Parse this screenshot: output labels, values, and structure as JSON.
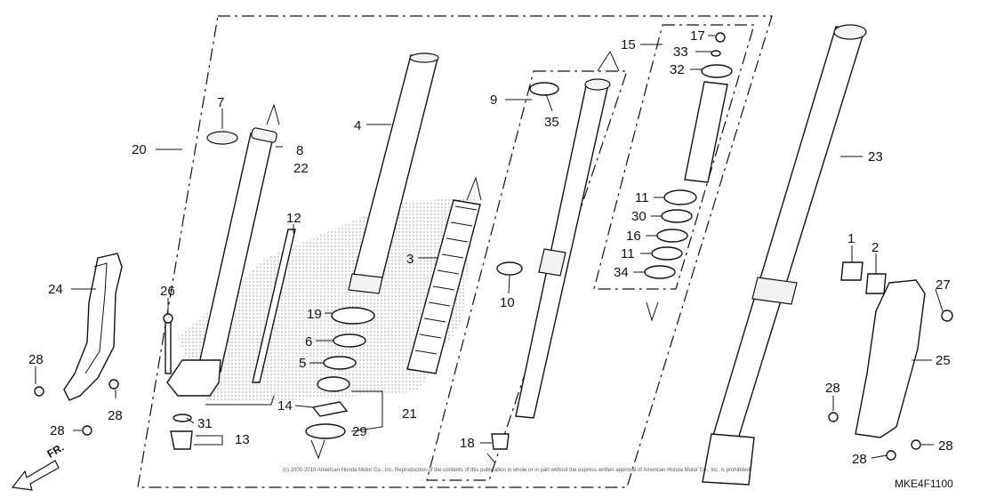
{
  "diagram_code": "MKE4F1100",
  "front_indicator": "FR.",
  "copyright": "(c) 2000-2010 American Honda Motor Co., Inc. Reproduction of the contents of this publication in whole or in part without the express written approval of American Honda Motor Co., Inc. is prohibited.",
  "callouts": [
    {
      "id": "c1",
      "text": "1"
    },
    {
      "id": "c2",
      "text": "2"
    },
    {
      "id": "c3",
      "text": "3"
    },
    {
      "id": "c4",
      "text": "4"
    },
    {
      "id": "c5",
      "text": "5"
    },
    {
      "id": "c6",
      "text": "6"
    },
    {
      "id": "c7",
      "text": "7"
    },
    {
      "id": "c8",
      "text": "8"
    },
    {
      "id": "c9",
      "text": "9"
    },
    {
      "id": "c10",
      "text": "10"
    },
    {
      "id": "c11a",
      "text": "11"
    },
    {
      "id": "c11b",
      "text": "11"
    },
    {
      "id": "c12",
      "text": "12"
    },
    {
      "id": "c13",
      "text": "13"
    },
    {
      "id": "c14",
      "text": "14"
    },
    {
      "id": "c15",
      "text": "15"
    },
    {
      "id": "c16",
      "text": "16"
    },
    {
      "id": "c17",
      "text": "17"
    },
    {
      "id": "c18",
      "text": "18"
    },
    {
      "id": "c19",
      "text": "19"
    },
    {
      "id": "c20",
      "text": "20"
    },
    {
      "id": "c21",
      "text": "21"
    },
    {
      "id": "c22",
      "text": "22"
    },
    {
      "id": "c23",
      "text": "23"
    },
    {
      "id": "c24",
      "text": "24"
    },
    {
      "id": "c25",
      "text": "25"
    },
    {
      "id": "c26",
      "text": "26"
    },
    {
      "id": "c27",
      "text": "27"
    },
    {
      "id": "c28a",
      "text": "28"
    },
    {
      "id": "c28b",
      "text": "28"
    },
    {
      "id": "c28c",
      "text": "28"
    },
    {
      "id": "c28d",
      "text": "28"
    },
    {
      "id": "c28e",
      "text": "28"
    },
    {
      "id": "c28f",
      "text": "28"
    },
    {
      "id": "c29",
      "text": "29"
    },
    {
      "id": "c30",
      "text": "30"
    },
    {
      "id": "c31",
      "text": "31"
    },
    {
      "id": "c32",
      "text": "32"
    },
    {
      "id": "c33",
      "text": "33"
    },
    {
      "id": "c34",
      "text": "34"
    },
    {
      "id": "c35",
      "text": "35"
    }
  ]
}
